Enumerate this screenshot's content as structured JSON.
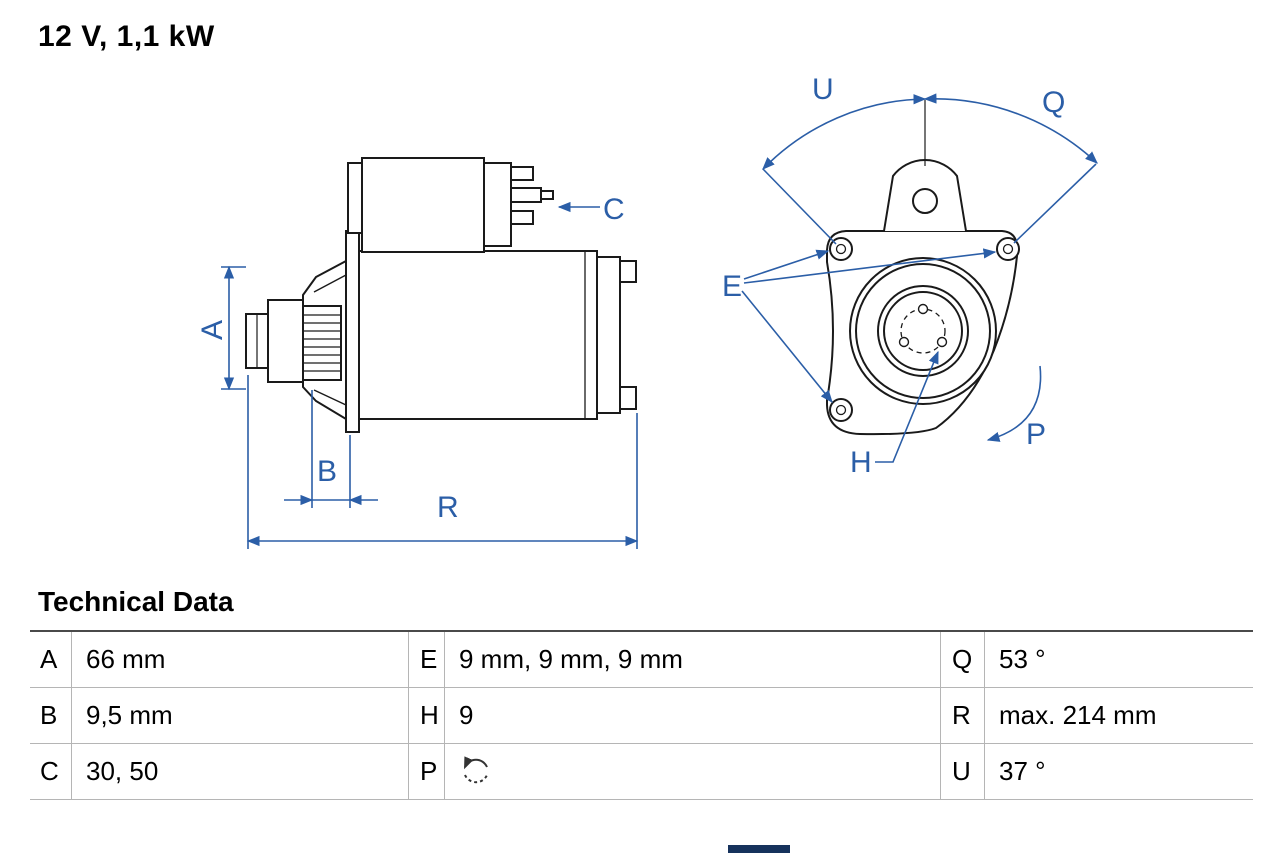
{
  "header": {
    "title": "12 V, 1,1 kW"
  },
  "diagram": {
    "accent_color": "#2b5ea7",
    "line_color": "#1a1a1a",
    "side_view": {
      "labels": {
        "A": "A",
        "B": "B",
        "C": "C",
        "R": "R"
      }
    },
    "front_view": {
      "labels": {
        "E": "E",
        "H": "H",
        "P": "P",
        "Q": "Q",
        "U": "U"
      }
    }
  },
  "technical_data": {
    "heading": "Technical Data",
    "rows": [
      {
        "k0": "A",
        "v0": "66 mm",
        "k1": "E",
        "v1": "9 mm, 9 mm, 9 mm",
        "k2": "Q",
        "v2": "53 °"
      },
      {
        "k0": "B",
        "v0": "9,5 mm",
        "k1": "H",
        "v1": "9",
        "k2": "R",
        "v2": "max. 214 mm"
      },
      {
        "k0": "C",
        "v0": "30, 50",
        "k1": "P",
        "v1": "",
        "k2": "U",
        "v2": "37 °"
      }
    ],
    "rotation_icon": "counterclockwise-rotation"
  }
}
